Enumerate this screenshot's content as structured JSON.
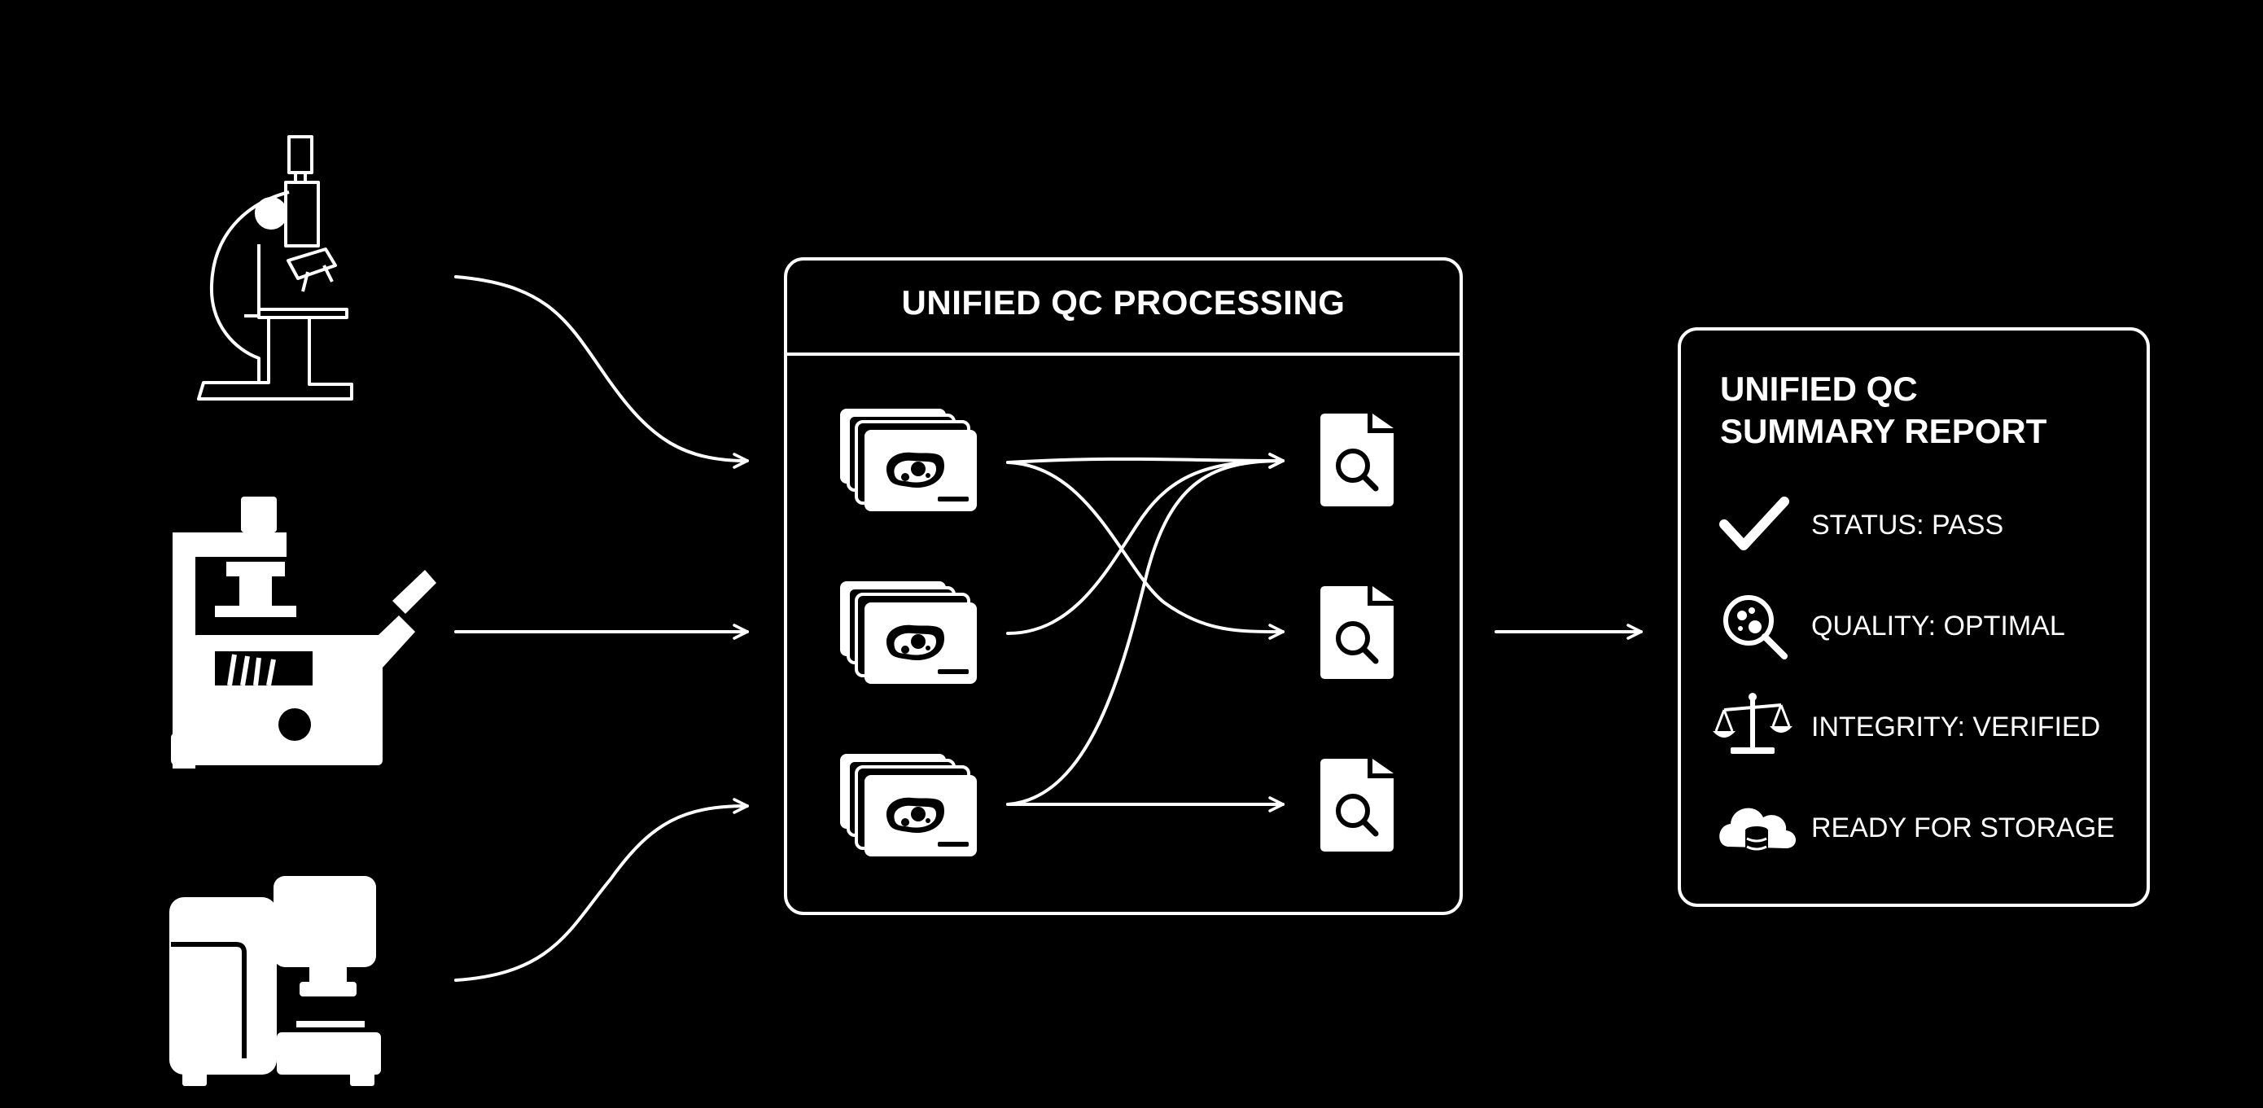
{
  "diagram": {
    "processing_title": "UNIFIED QC PROCESSING",
    "report": {
      "title_line1": "UNIFIED QC",
      "title_line2": "SUMMARY REPORT",
      "items": [
        {
          "label": "STATUS: PASS",
          "icon": "checkmark-icon"
        },
        {
          "label": "QUALITY: OPTIMAL",
          "icon": "magnifier-cells-icon"
        },
        {
          "label": "INTEGRITY: VERIFIED",
          "icon": "balance-scale-icon"
        },
        {
          "label": "READY FOR STORAGE",
          "icon": "cloud-database-icon"
        }
      ]
    },
    "sources": [
      {
        "icon": "upright-microscope-icon"
      },
      {
        "icon": "inverted-microscope-icon"
      },
      {
        "icon": "imaging-system-icon"
      }
    ],
    "colors": {
      "background": "#000000",
      "foreground": "#ffffff"
    }
  }
}
